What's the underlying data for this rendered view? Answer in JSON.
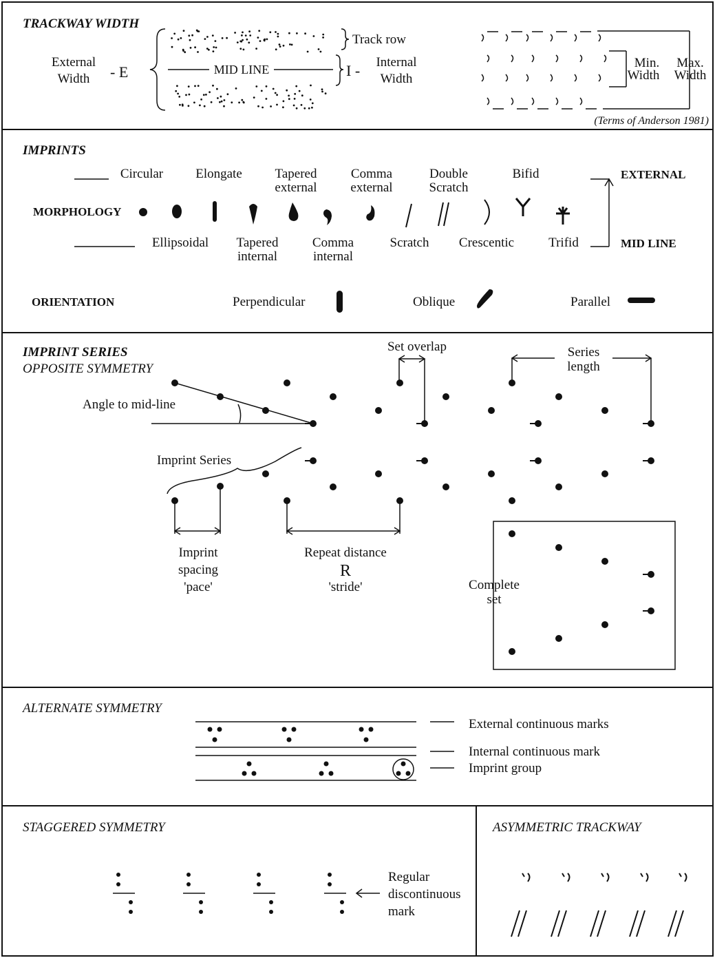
{
  "trackway_width": {
    "title": "TRACKWAY WIDTH",
    "external_width": [
      "External",
      "Width"
    ],
    "e_label": "- E",
    "mid_line": "MID LINE",
    "track_row": "Track row",
    "i_label": "I -",
    "internal_width": [
      "Internal",
      "Width"
    ],
    "min_width": [
      "Min.",
      "Width"
    ],
    "max_width": [
      "Max.",
      "Width"
    ],
    "citation": "(Terms of Anderson 1981)"
  },
  "imprints": {
    "title": "IMPRINTS",
    "morphology_label": "MORPHOLOGY",
    "upper_labels": [
      "Circular",
      "Elongate",
      "Tapered\nexternal",
      "Comma\nexternal",
      "Double\nScratch",
      "Bifid"
    ],
    "lower_labels": [
      "Ellipsoidal",
      "Tapered\ninternal",
      "Comma\ninternal",
      "Scratch",
      "Crescentic",
      "Trifid"
    ],
    "external_label": "EXTERNAL",
    "midline_label": "MID LINE",
    "orientation_label": "ORIENTATION",
    "orientations": [
      "Perpendicular",
      "Oblique",
      "Parallel"
    ]
  },
  "imprint_series": {
    "title": "IMPRINT SERIES",
    "subtitle": "OPPOSITE SYMMETRY",
    "angle_label": "Angle to mid-line",
    "set_overlap": "Set overlap",
    "series_length": [
      "Series",
      "length"
    ],
    "imprint_series_label": "Imprint Series",
    "imprint_spacing": [
      "Imprint",
      "spacing",
      "'pace'"
    ],
    "repeat_distance": "Repeat distance",
    "repeat_symbol": "R",
    "stride": "'stride'",
    "complete_set": [
      "Complete",
      "set"
    ]
  },
  "alternate": {
    "title": "ALTERNATE SYMMETRY",
    "external_marks": "External continuous marks",
    "internal_mark": "Internal continuous mark",
    "imprint_group": "Imprint group"
  },
  "staggered": {
    "title": "STAGGERED SYMMETRY",
    "regular_mark": [
      "Regular",
      "discontinuous",
      "mark"
    ]
  },
  "asymmetric": {
    "title": "ASYMMETRIC TRACKWAY"
  }
}
